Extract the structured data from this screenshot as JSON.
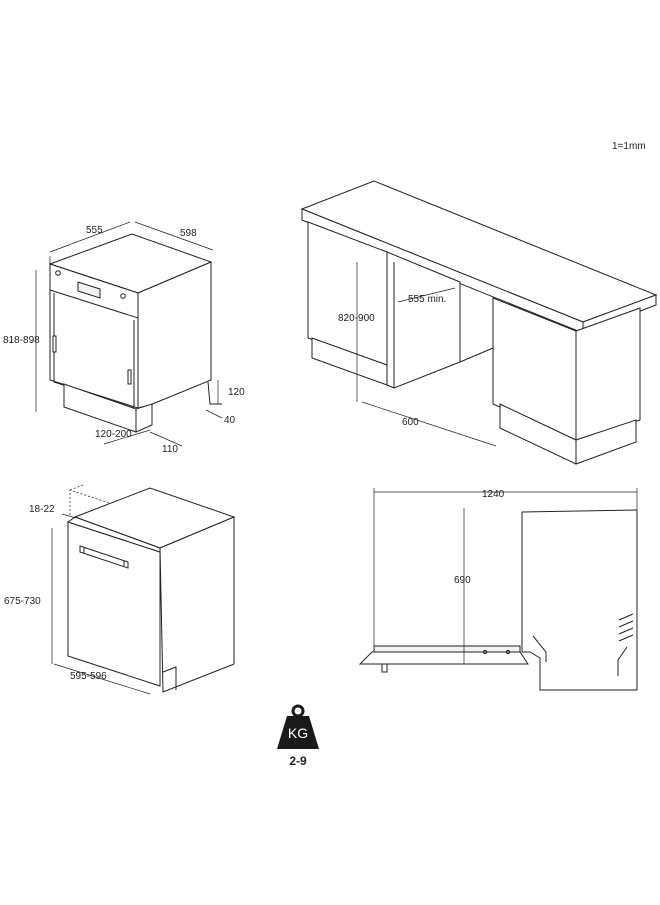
{
  "scale_note": "1=1mm",
  "view1": {
    "width": "555",
    "depth": "598",
    "height": "818-898",
    "plinth_depth": "120-200",
    "plinth_height": "120",
    "foot_offset": "40",
    "bottom_depth": "110"
  },
  "view2": {
    "height": "820-900",
    "gap": "555 min.",
    "width": "600"
  },
  "view3": {
    "panel_thickness": "18-22",
    "panel_height": "675-730",
    "panel_width": "595-596"
  },
  "view4": {
    "open_length": "1240",
    "door_height": "690"
  },
  "weight": {
    "unit": "KG",
    "range": "2-9"
  },
  "colors": {
    "line": "#222222",
    "weight_icon": "#1a1a1a"
  }
}
